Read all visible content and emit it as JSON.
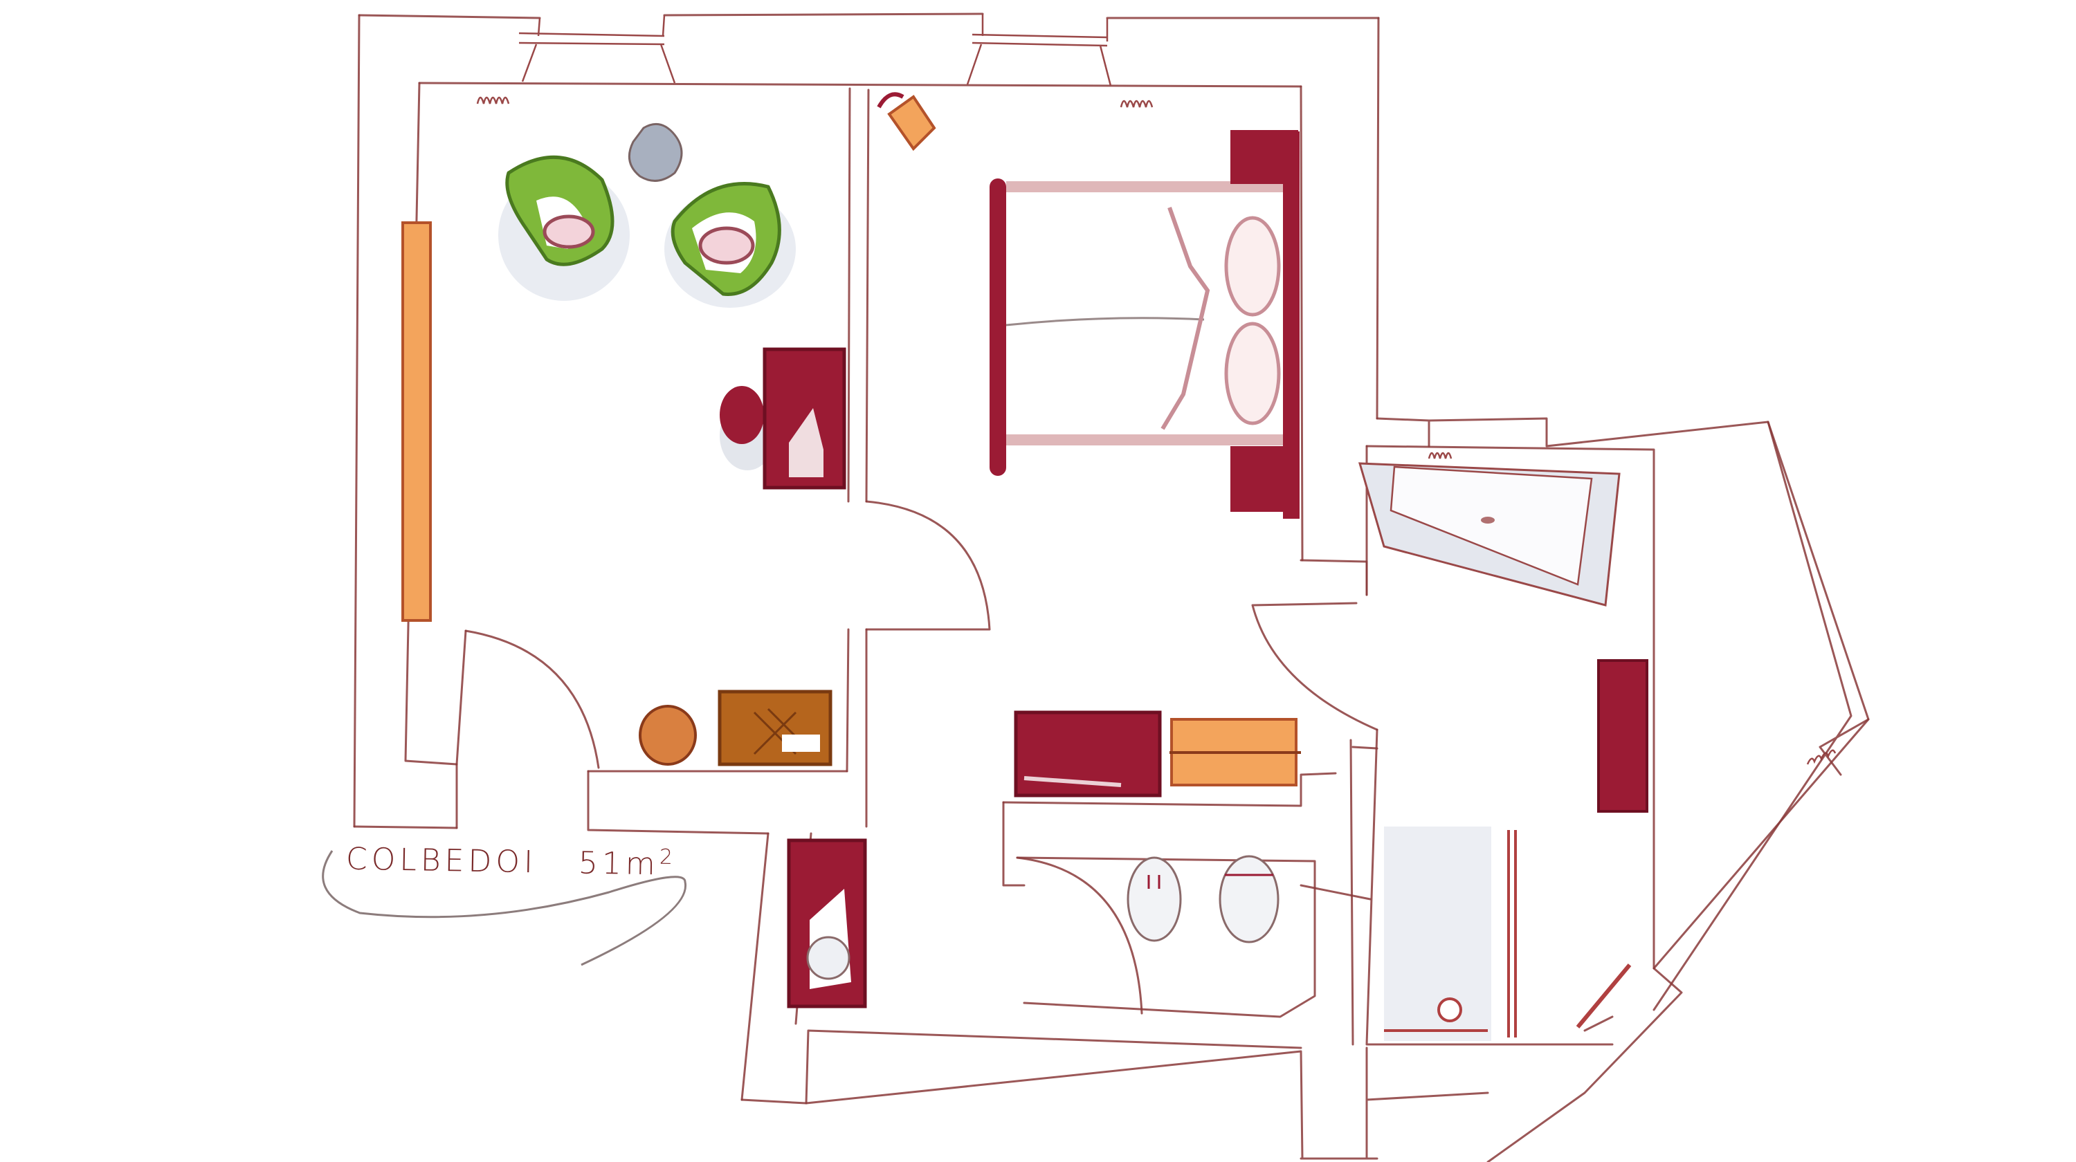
{
  "plan": {
    "name": "COLBEDOI",
    "area_value": "51",
    "area_unit": "m",
    "area_exponent": "2",
    "colors": {
      "line": "#8a3a3a",
      "burgundy": "#9b1b34",
      "orange": "#f3a45c",
      "green": "#7fb83a",
      "gray": "#a8b0bf",
      "brown": "#b5651d",
      "shadow": "#dfe3ea"
    },
    "rooms": [
      "living-room",
      "bedroom",
      "bathroom",
      "wc",
      "entry-hall",
      "kitchenette"
    ],
    "furniture": [
      "armchair-left",
      "armchair-right",
      "side-table",
      "wall-shelf",
      "desk",
      "desk-chair",
      "double-bed",
      "nightstand-top",
      "nightstand-bottom",
      "lamp",
      "wardrobe",
      "luggage-rack",
      "kitchenette-counter",
      "kitchenette-sink",
      "dining-table",
      "round-stool",
      "bathtub",
      "towel-rack",
      "shower",
      "toilet",
      "bidet",
      "radiators"
    ]
  }
}
